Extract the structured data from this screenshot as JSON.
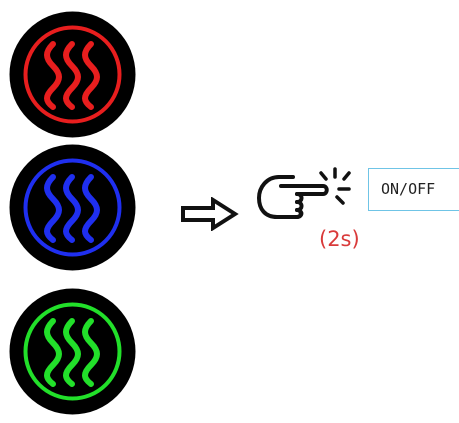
{
  "buttons": [
    {
      "id": "red",
      "ring_color": "#e81e1e",
      "icon": "heat-waves-icon"
    },
    {
      "id": "blue",
      "ring_color": "#1f2ff0",
      "icon": "heat-waves-icon"
    },
    {
      "id": "green",
      "ring_color": "#22e02a",
      "icon": "heat-waves-icon"
    }
  ],
  "arrow": {
    "icon": "right-arrow-icon"
  },
  "gesture": {
    "icon": "pointing-hand-press-icon",
    "duration_label": "(2s)",
    "duration_color": "#d93a3a"
  },
  "onoff_label": "ON/OFF"
}
